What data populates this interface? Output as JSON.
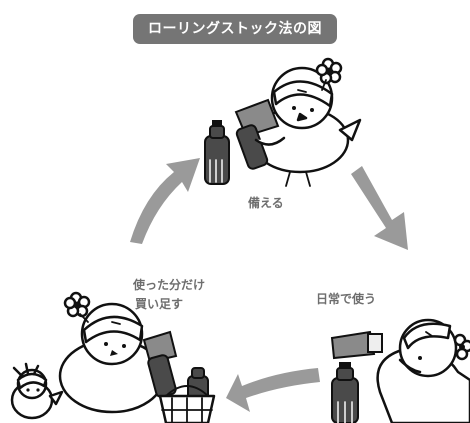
{
  "title": "ローリングストック法の図",
  "labels": {
    "prepare": "備える",
    "daily_use": "日常で使う",
    "buy_more_line1": "使った分だけ",
    "buy_more_line2": "買い足す"
  },
  "colors": {
    "title_background": "#757575",
    "arrow": "#9a9a9a",
    "label_text": "#6e6e6e"
  },
  "icons": [
    "prepare-chick-icon",
    "drinking-chick-icon",
    "shopping-chick-icon",
    "baby-chick-icon",
    "water-bottle-icon",
    "flower-icon"
  ]
}
